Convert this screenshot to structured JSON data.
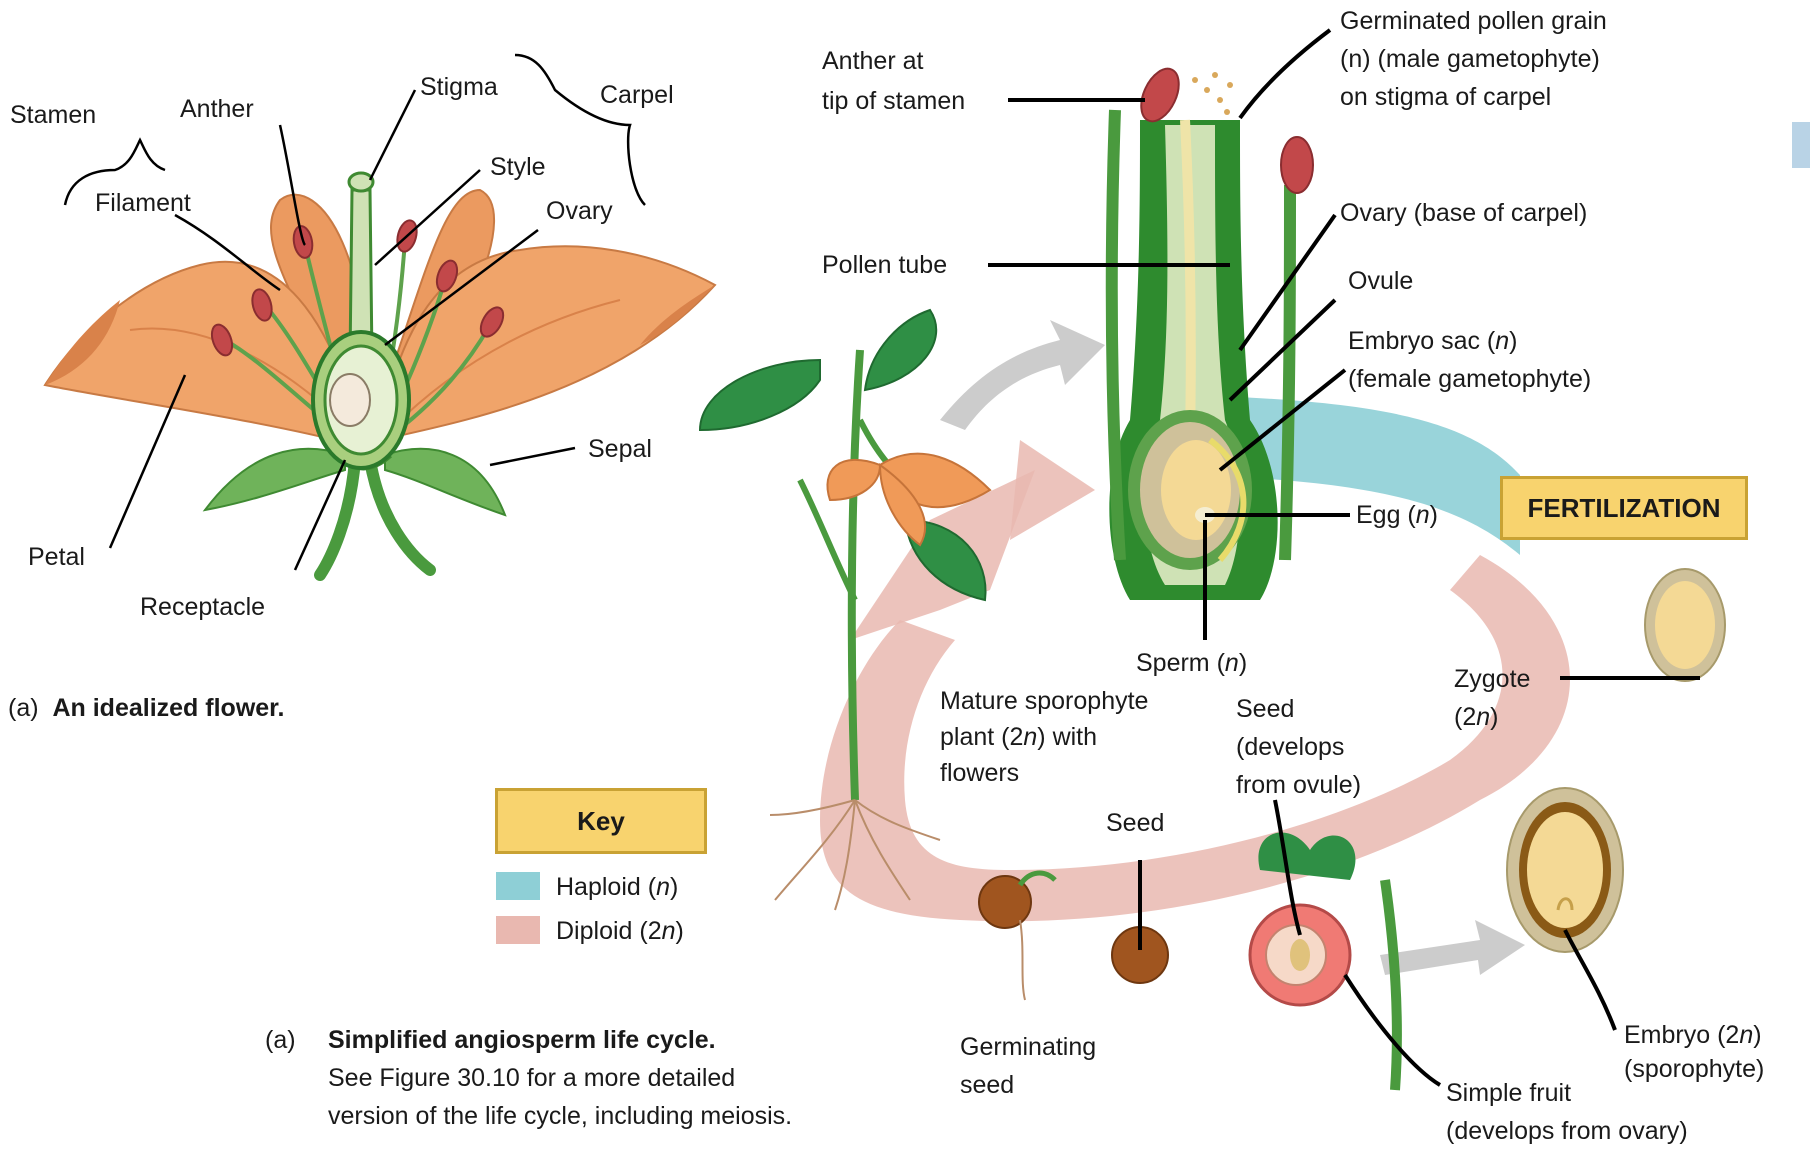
{
  "colors": {
    "petal": "#f0a46a",
    "petal_edge": "#d9824a",
    "stem_green": "#4a9a3e",
    "dark_green": "#2b7a2b",
    "haploid": "#8ecfd6",
    "diploid": "#e9b8b0",
    "key_fill": "#f8d36e",
    "anther_red": "#c2484a"
  },
  "flower": {
    "labels": {
      "stamen": "Stamen",
      "anther": "Anther",
      "filament": "Filament",
      "stigma": "Stigma",
      "style": "Style",
      "ovary": "Ovary",
      "carpel": "Carpel",
      "sepal": "Sepal",
      "petal": "Petal",
      "receptacle": "Receptacle"
    },
    "caption": {
      "letter": "(a)",
      "text": "An idealized flower."
    }
  },
  "cycle": {
    "labels": {
      "anther_line1": "Anther at",
      "anther_line2": "tip of stamen",
      "germ_pollen_line1": "Germinated pollen grain",
      "germ_pollen_line2": "(n) (male gametophyte)",
      "germ_pollen_line3": "on stigma of carpel",
      "pollen_tube": "Pollen tube",
      "ovary_base": "Ovary (base of carpel)",
      "ovule": "Ovule",
      "embryo_sac_line1": "Embryo sac (",
      "embryo_sac_n": "n",
      "embryo_sac_close": ")",
      "embryo_sac_line2": "(female gametophyte)",
      "egg": "Egg (",
      "egg_n": "n",
      "egg_close": ")",
      "fertilization": "FERTILIZATION",
      "sperm": "Sperm (",
      "sperm_n": "n",
      "sperm_close": ")",
      "zygote_line1": "Zygote",
      "zygote_line2_open": "(2",
      "zygote_n": "n",
      "zygote_close": ")",
      "mature_line1": "Mature sporophyte",
      "mature_line2_open": "plant (2",
      "mature_n": "n",
      "mature_line2_close": ") with",
      "mature_line3": "flowers",
      "seed_dev_line1": "Seed",
      "seed_dev_line2": "(develops",
      "seed_dev_line3": "from ovule)",
      "seed": "Seed",
      "germinating_line1": "Germinating",
      "germinating_line2": "seed",
      "embryo_line1_open": "Embryo (2",
      "embryo_n": "n",
      "embryo_close": ")",
      "embryo_line2": "(sporophyte)",
      "fruit_line1": "Simple fruit",
      "fruit_line2": "(develops from ovary)"
    },
    "key": {
      "title": "Key",
      "haploid_label": "Haploid (",
      "haploid_n": "n",
      "haploid_close": ")",
      "diploid_label": "Diploid (2",
      "diploid_n": "n",
      "diploid_close": ")"
    },
    "caption": {
      "letter": "(a)",
      "line1": "Simplified angiosperm life cycle.",
      "line2": "See Figure 30.10 for a more detailed",
      "line3": "version of the life cycle, including meiosis."
    }
  }
}
